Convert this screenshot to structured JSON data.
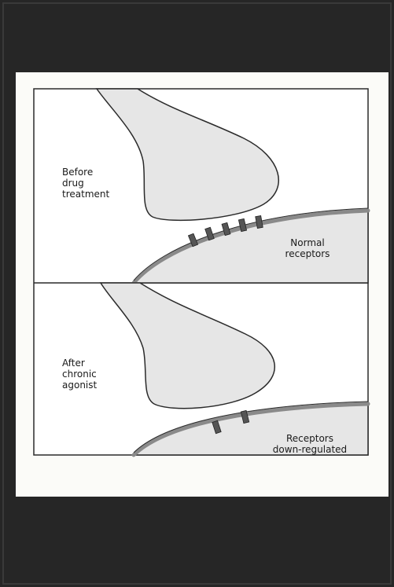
{
  "panels": {
    "top": {
      "caption": "Before\ndrug\ntreatment",
      "receptor_label": "Normal\nreceptors",
      "receptor_count": 5
    },
    "bottom": {
      "caption": "After\nchronic\nagonist",
      "receptor_label": "Receptors\ndown-regulated",
      "receptor_count": 2
    }
  },
  "colors": {
    "background_frame": "#262626",
    "paper": "#fbfbf8",
    "outline": "#2a2a2a",
    "cell_fill": "#e6e6e6",
    "membrane": "#8a8a8a",
    "receptor": "#555555"
  }
}
